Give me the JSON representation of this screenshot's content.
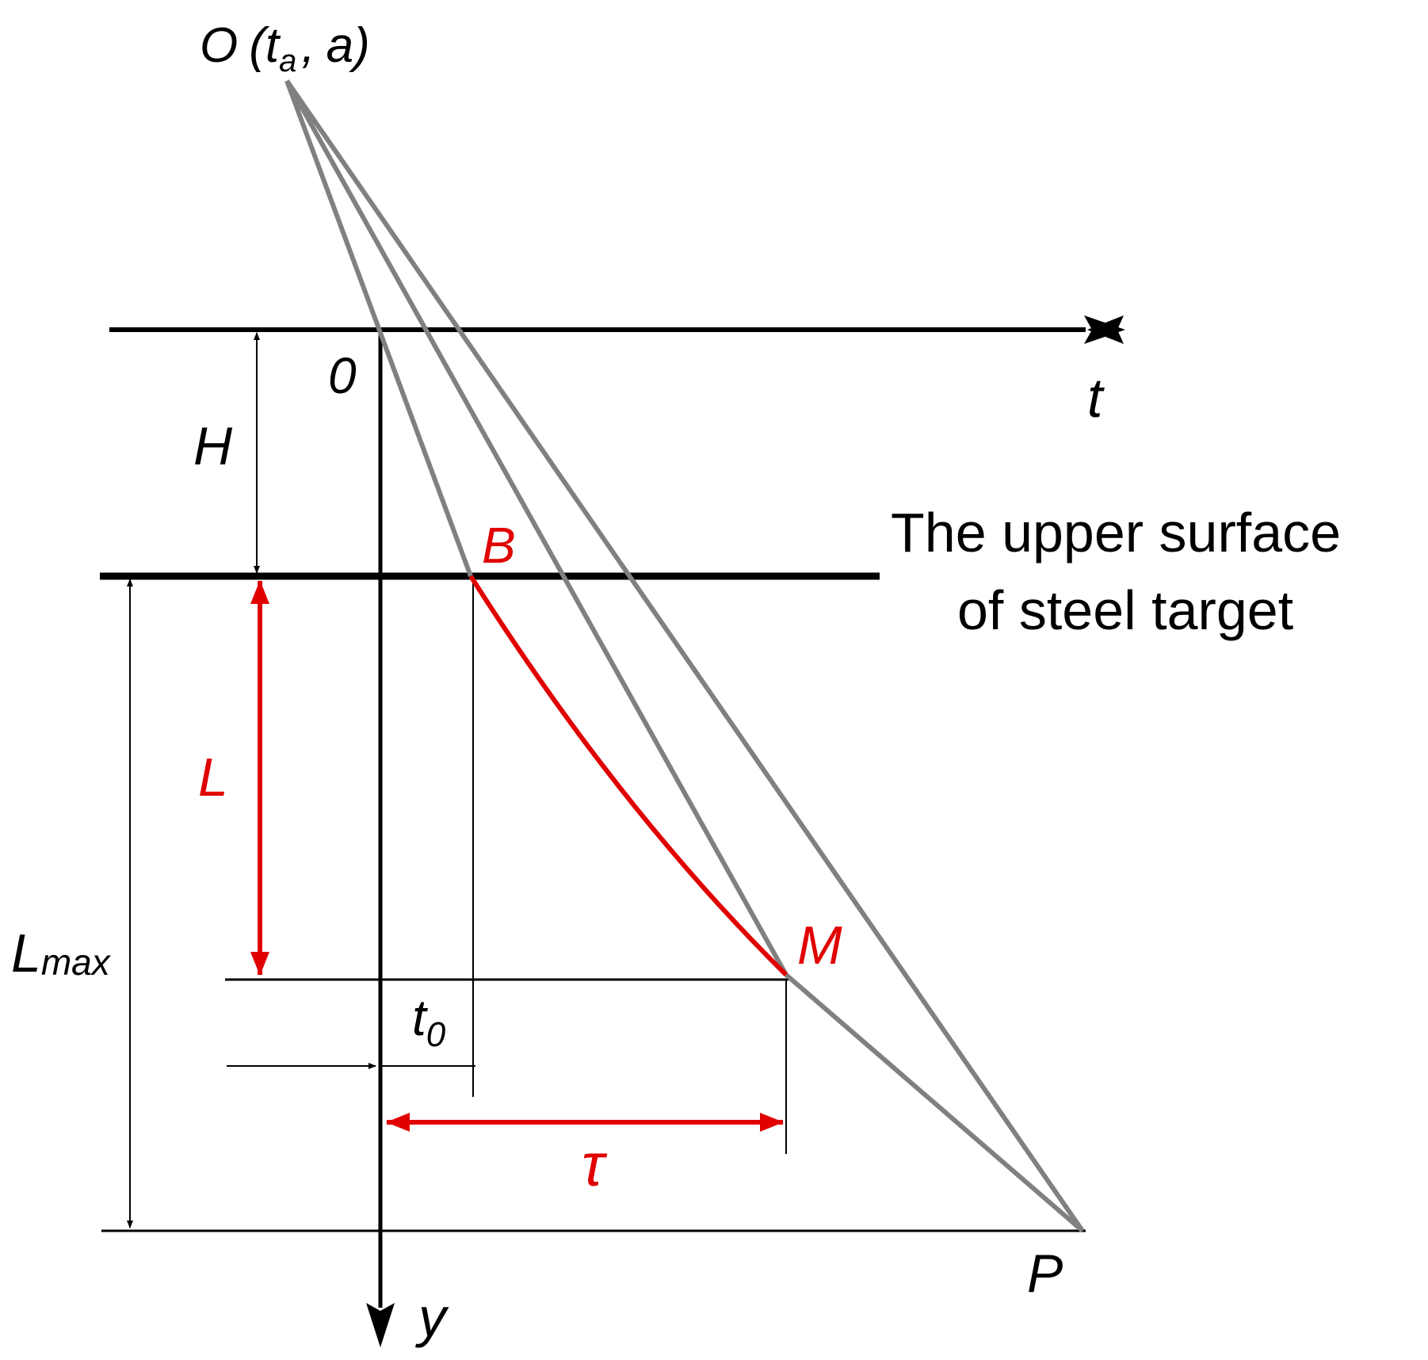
{
  "colors": {
    "black": "#000000",
    "gray": "#808080",
    "red": "#e00000"
  },
  "labels": {
    "origin_O": "O",
    "origin_open": "(",
    "origin_t": "t",
    "origin_t_sub": "a",
    "origin_comma": ",",
    "origin_a": "a",
    "origin_close": ")",
    "zero": "0",
    "t_axis": "t",
    "y_axis": "y",
    "H": "H",
    "L": "L",
    "L_max": "L",
    "L_max_sub": "max",
    "B": "B",
    "M": "M",
    "P": "P",
    "t0": "t",
    "t0_sub": "0",
    "tau": "τ",
    "surface_line1": "The upper surface",
    "surface_line2": "of steel target"
  }
}
